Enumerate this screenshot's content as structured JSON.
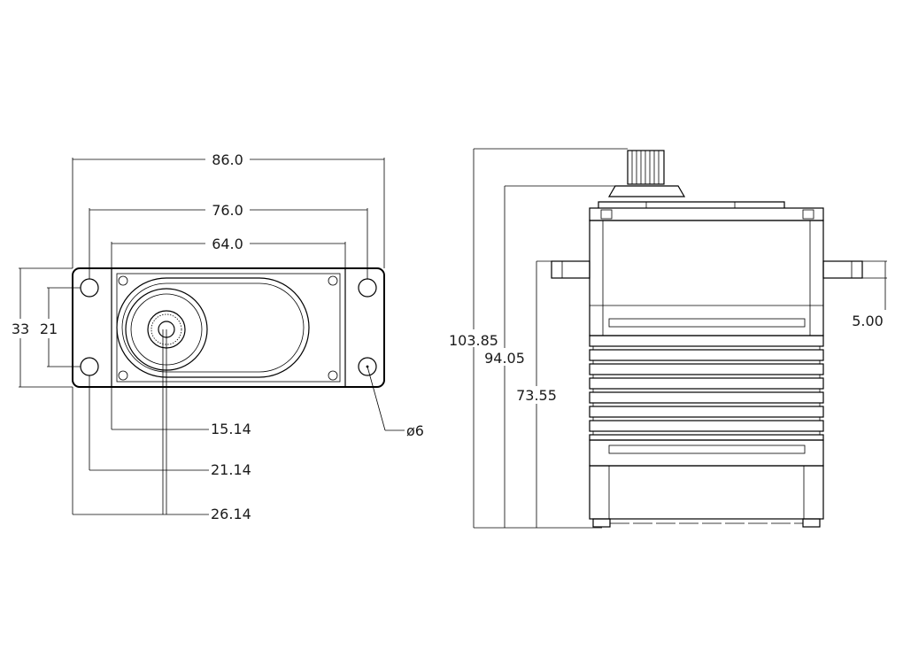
{
  "front_view": {
    "width_overall": "86.0",
    "hole_spacing": "76.0",
    "body_width": "64.0",
    "height_overall": "33",
    "hole_spacing_vertical": "21",
    "offset_body": "15.14",
    "offset_hole": "21.14",
    "offset_edge": "26.14",
    "hole_diameter": "ø6"
  },
  "side_view": {
    "height_total": "103.85",
    "height_case": "94.05",
    "height_flange": "73.55",
    "flange_thickness": "5.00"
  }
}
